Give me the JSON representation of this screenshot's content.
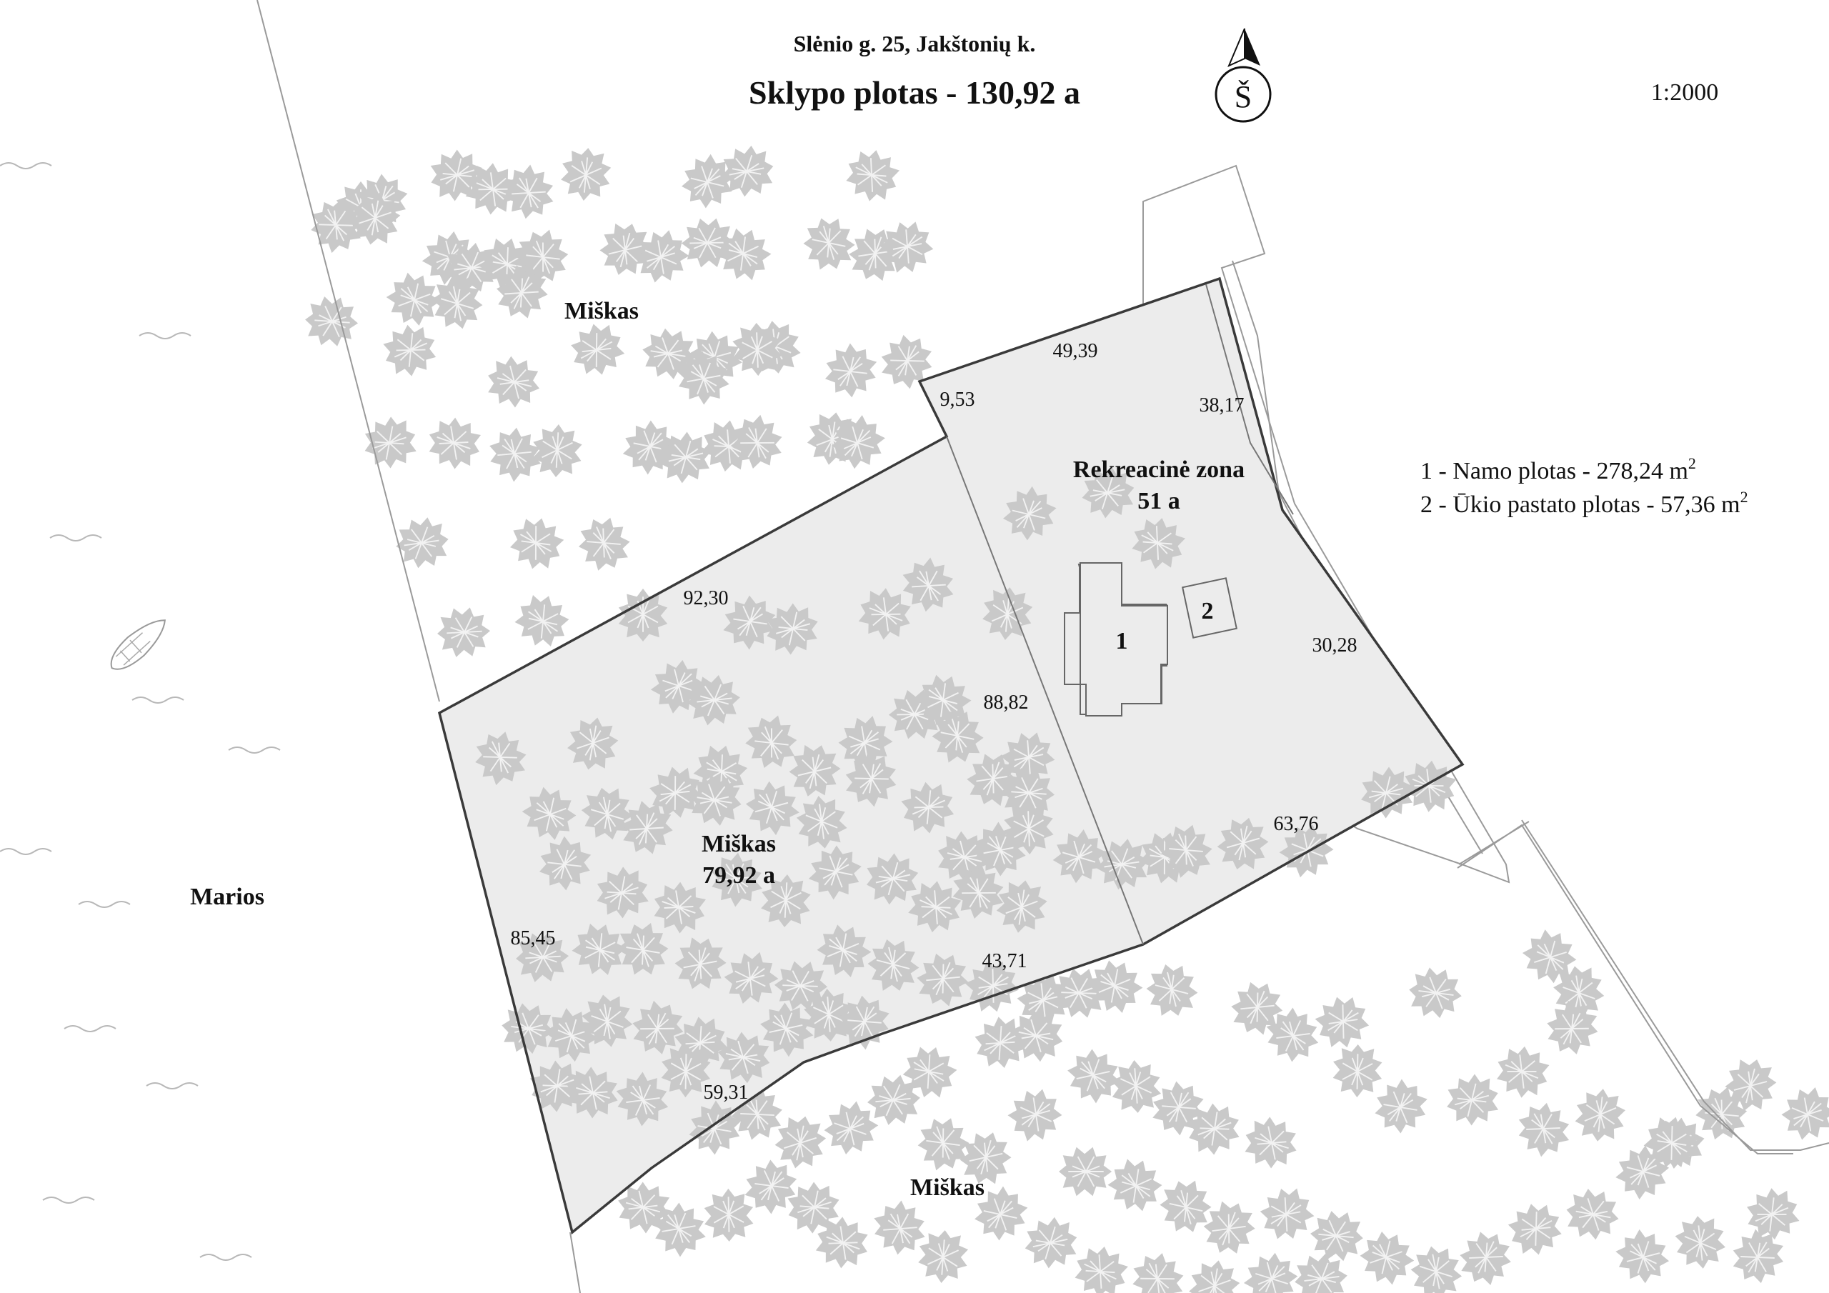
{
  "header": {
    "address": "Slėnio g. 25, Jakštonių k.",
    "area_title": "Sklypo plotas - 130,92 a",
    "scale": "1:2000",
    "north_letter": "Š"
  },
  "legend": {
    "item1_text": "1 - Namo plotas - 278,24 m",
    "item1_sup": "2",
    "item2_text": "2 - Ūkio pastato plotas - 57,36 m",
    "item2_sup": "2"
  },
  "areas": {
    "forest_north": "Miškas",
    "forest_south": "Miškas",
    "lagoon": "Marios",
    "plot_forest_name": "Miškas",
    "plot_forest_area": "79,92 a",
    "recreation_name": "Rekreacinė zona",
    "recreation_area": "51 a"
  },
  "buildings": {
    "house": "1",
    "outbuilding": "2"
  },
  "dimensions": {
    "d1": "49,39",
    "d2": "9,53",
    "d3": "38,17",
    "d4": "92,30",
    "d5": "30,28",
    "d6": "88,82",
    "d7": "63,76",
    "d8": "85,45",
    "d9": "43,71",
    "d10": "59,31"
  },
  "colors": {
    "plot_fill": "#ececec",
    "border": "#3a3a3a",
    "tree": "#c9c9c9"
  },
  "icons": [
    "north-arrow-icon",
    "boat-icon",
    "tree-icon",
    "wave-icon"
  ]
}
